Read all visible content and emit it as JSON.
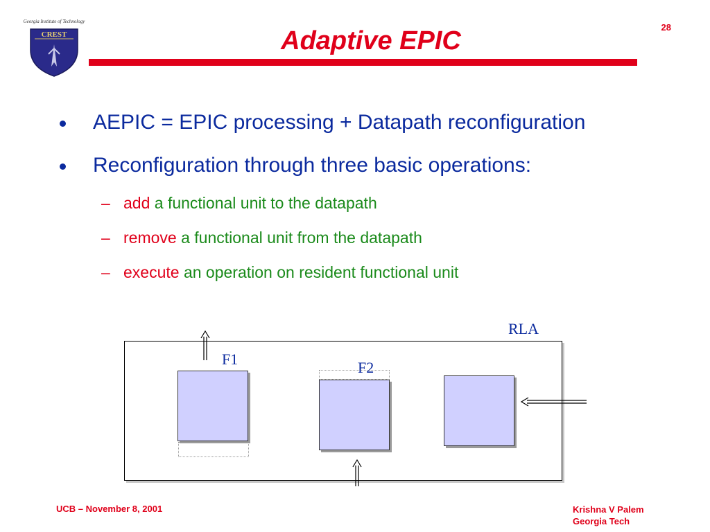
{
  "header": {
    "logo_caption": "Georgia Institute of Technology",
    "logo_text": "CREST",
    "slide_number": "28",
    "title": "Adaptive EPIC"
  },
  "bullets": [
    {
      "text": "AEPIC = EPIC processing + Datapath reconfiguration"
    },
    {
      "text": "Reconfiguration through three basic operations:"
    }
  ],
  "sub_items": [
    {
      "keyword": "add",
      "rest": " a functional unit to the datapath"
    },
    {
      "keyword": "remove",
      "rest": " a functional unit from the datapath"
    },
    {
      "keyword": "execute",
      "rest": " an operation on resident functional unit"
    }
  ],
  "diagram": {
    "rla_label": "RLA",
    "f1_label": "F1",
    "f2_label": "F2"
  },
  "footer": {
    "left": "UCB – November 8, 2001",
    "right_line1": "Krishna V Palem",
    "right_line2": "Georgia Tech"
  },
  "colors": {
    "title_red": "#e0001a",
    "bullet_blue": "#0b2a9e",
    "sub_green": "#1a8a1a",
    "unit_fill": "#d0d0ff"
  }
}
